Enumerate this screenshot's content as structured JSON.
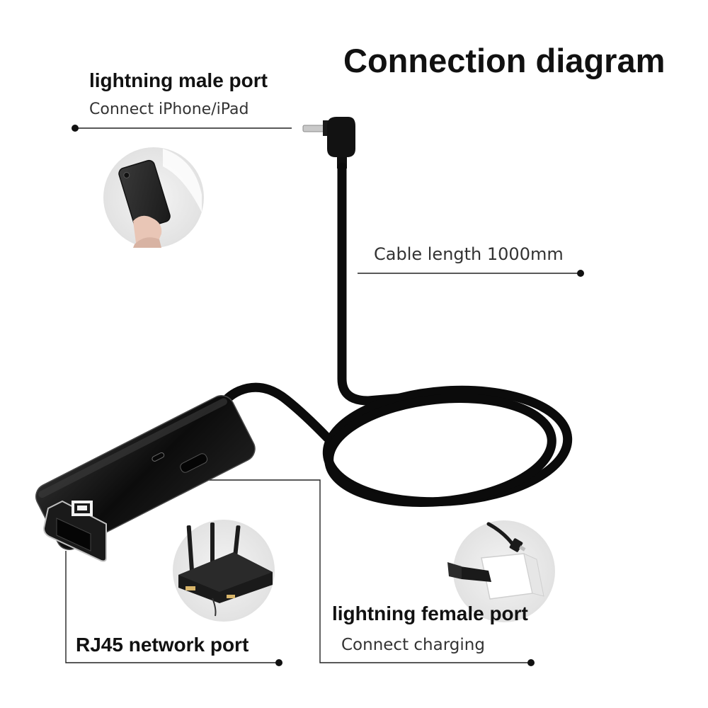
{
  "title": "Connection diagram",
  "labels": {
    "lightning_male": {
      "title": "lightning male port",
      "subtitle": "Connect iPhone/iPad"
    },
    "cable": {
      "subtitle": "Cable length 1000mm"
    },
    "lightning_female": {
      "title": "lightning female port",
      "subtitle": "Connect charging"
    },
    "rj45": {
      "title": "RJ45 network port"
    }
  },
  "colors": {
    "text": "#111111",
    "subtext": "#333333",
    "line": "#222222",
    "cable": "#0b0b0b",
    "adapter": "#111111",
    "circle_bg": "#ececec"
  },
  "icons": [
    "phone-in-hand-photo",
    "router-photo",
    "charger-photo",
    "lightning-plug",
    "adapter-body",
    "rj45-socket-icon"
  ]
}
